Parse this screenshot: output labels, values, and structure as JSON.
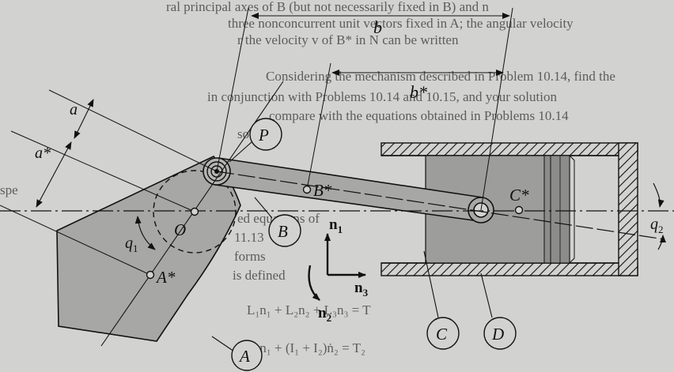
{
  "background_text": [
    "ral principal axes of B (but not necessarily fixed in B) and n",
    "three nonconcurrent unit vectors fixed in A; the angular velocity",
    "r the velocity v of B* in N can be written",
    "Considering the mechanism described in Problem 10.14, find the",
    "in conjunction with Problems 10.14 and 10.15, and your solution",
    "compare with the equations obtained in Problems 10.14",
    "so that",
    "spe",
    "ed equations of",
    "11.13",
    "forms",
    "is defined",
    "L₁n₁ + L₂n₂ + L₃n₃ = T",
    "L₂n₁ + (I₁ + I₂)ṅ₂ = T₂"
  ],
  "diagram": {
    "dimension_labels": {
      "a": "a",
      "a_star": "a*",
      "b": "b",
      "b_star": "b*",
      "q1": "q",
      "q1_sub": "1",
      "q2": "q",
      "q2_sub": "2"
    },
    "point_labels": {
      "O": "O",
      "A_star": "A*",
      "B_star": "B*",
      "C_star": "C*"
    },
    "body_labels": {
      "P": "P",
      "A": "A",
      "B": "B",
      "C": "C",
      "D": "D"
    },
    "vectors": {
      "n1": "n",
      "n1_sub": "1",
      "n2": "n",
      "n2_sub": "2",
      "n3": "n",
      "n3_sub": "3"
    },
    "colors": {
      "ink": "#111111",
      "body_fill": "#a7a7a5",
      "piston_fill": "#9d9d9b",
      "paper": "#d2d2d0",
      "faint_text": "#5c5c5c"
    }
  }
}
